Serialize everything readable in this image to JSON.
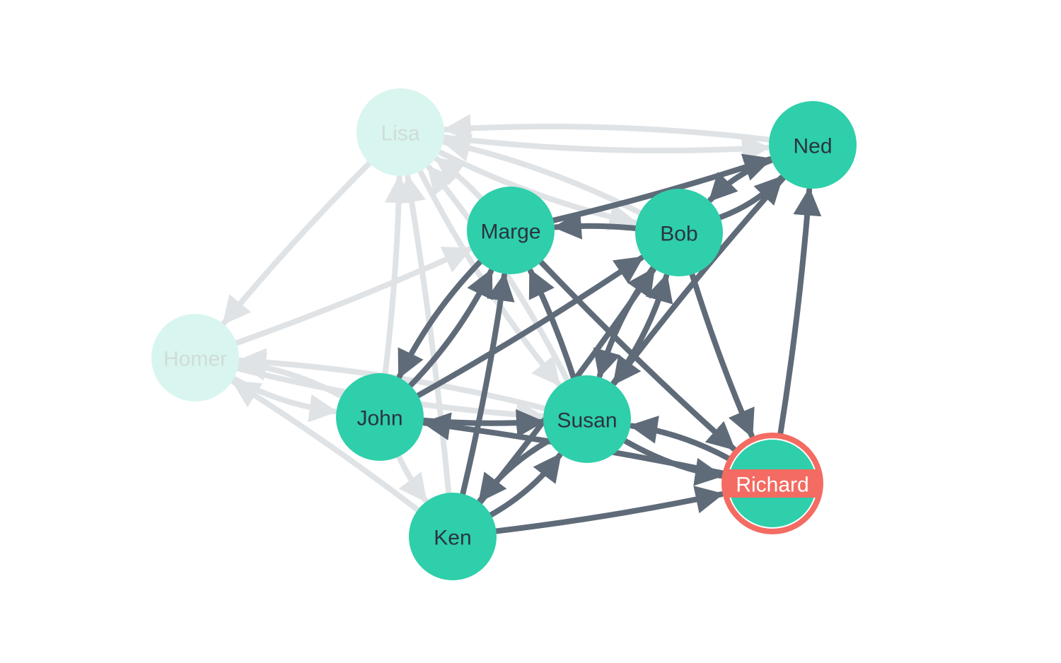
{
  "graph": {
    "colors": {
      "node_fill": "#2ecfaa",
      "node_faded_fill": "#d9f5ef",
      "node_text": "#2b3440",
      "node_faded_text": "#d0dcd8",
      "edge": "#5f6b78",
      "edge_faded": "#dfe3e6",
      "selected_ring": "#f36b62",
      "selected_label_bg": "#f36b62",
      "selected_label_text": "#ffffff",
      "background": "#ffffff"
    },
    "selected_node": "Richard",
    "nodes": [
      {
        "id": "Lisa",
        "label": "Lisa",
        "faded": true
      },
      {
        "id": "Ned",
        "label": "Ned",
        "faded": false
      },
      {
        "id": "Marge",
        "label": "Marge",
        "faded": false
      },
      {
        "id": "Bob",
        "label": "Bob",
        "faded": false
      },
      {
        "id": "Homer",
        "label": "Homer",
        "faded": true
      },
      {
        "id": "John",
        "label": "John",
        "faded": false
      },
      {
        "id": "Susan",
        "label": "Susan",
        "faded": false
      },
      {
        "id": "Richard",
        "label": "Richard",
        "faded": false
      },
      {
        "id": "Ken",
        "label": "Ken",
        "faded": false
      }
    ],
    "edges": [
      {
        "from": "Lisa",
        "to": "Ned",
        "faded": true
      },
      {
        "from": "Ned",
        "to": "Lisa",
        "faded": true
      },
      {
        "from": "Lisa",
        "to": "Homer",
        "faded": true
      },
      {
        "from": "Lisa",
        "to": "Bob",
        "faded": true
      },
      {
        "from": "Bob",
        "to": "Lisa",
        "faded": true
      },
      {
        "from": "Marge",
        "to": "Lisa",
        "faded": true
      },
      {
        "from": "John",
        "to": "Lisa",
        "faded": true
      },
      {
        "from": "Ken",
        "to": "Lisa",
        "faded": true
      },
      {
        "from": "Lisa",
        "to": "Susan",
        "faded": true
      },
      {
        "from": "Susan",
        "to": "Lisa",
        "faded": true
      },
      {
        "from": "Homer",
        "to": "Marge",
        "faded": true
      },
      {
        "from": "Homer",
        "to": "John",
        "faded": true
      },
      {
        "from": "John",
        "to": "Homer",
        "faded": true
      },
      {
        "from": "Homer",
        "to": "Susan",
        "faded": true
      },
      {
        "from": "Susan",
        "to": "Homer",
        "faded": true
      },
      {
        "from": "Ken",
        "to": "Homer",
        "faded": true
      },
      {
        "from": "John",
        "to": "Ken",
        "faded": true
      },
      {
        "from": "Marge",
        "to": "Ned",
        "faded": false
      },
      {
        "from": "Bob",
        "to": "Ned",
        "faded": false
      },
      {
        "from": "Ned",
        "to": "Bob",
        "faded": false
      },
      {
        "from": "Bob",
        "to": "Marge",
        "faded": false
      },
      {
        "from": "Ned",
        "to": "Susan",
        "faded": false
      },
      {
        "from": "Richard",
        "to": "Ned",
        "faded": false
      },
      {
        "from": "John",
        "to": "Marge",
        "faded": false
      },
      {
        "from": "Marge",
        "to": "John",
        "faded": false
      },
      {
        "from": "Ken",
        "to": "Marge",
        "faded": false
      },
      {
        "from": "Susan",
        "to": "Marge",
        "faded": false
      },
      {
        "from": "John",
        "to": "Bob",
        "faded": false
      },
      {
        "from": "Susan",
        "to": "Bob",
        "faded": false
      },
      {
        "from": "Ken",
        "to": "Bob",
        "faded": false
      },
      {
        "from": "Bob",
        "to": "Susan",
        "faded": false
      },
      {
        "from": "Bob",
        "to": "Richard",
        "faded": false
      },
      {
        "from": "Marge",
        "to": "Richard",
        "faded": false
      },
      {
        "from": "John",
        "to": "Susan",
        "faded": false
      },
      {
        "from": "Richard",
        "to": "John",
        "faded": false
      },
      {
        "from": "Ken",
        "to": "Susan",
        "faded": false
      },
      {
        "from": "Susan",
        "to": "Ken",
        "faded": false
      },
      {
        "from": "Susan",
        "to": "Richard",
        "faded": false
      },
      {
        "from": "Richard",
        "to": "Susan",
        "faded": false
      },
      {
        "from": "Ken",
        "to": "Richard",
        "faded": false
      }
    ]
  }
}
